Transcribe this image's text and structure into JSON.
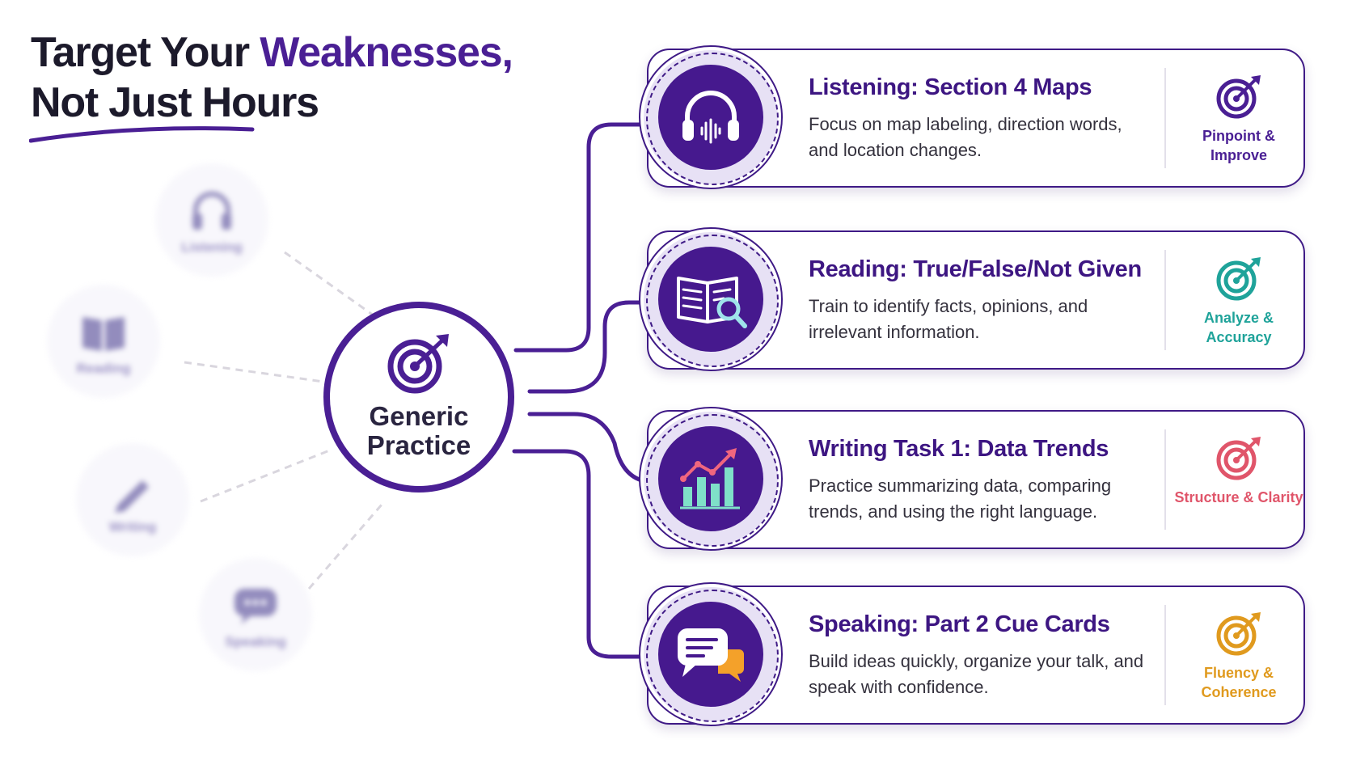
{
  "header": {
    "title_line1_plain": "Target Your ",
    "title_line1_highlight": "Weaknesses,",
    "title_line2": "Not Just Hours"
  },
  "hub": {
    "label": "Generic Practice"
  },
  "ghost_skills": [
    {
      "label": "Listening",
      "icon": "headphones-icon"
    },
    {
      "label": "Reading",
      "icon": "book-icon"
    },
    {
      "label": "Writing",
      "icon": "pencil-icon"
    },
    {
      "label": "Speaking",
      "icon": "chat-bubble-icon"
    }
  ],
  "cards": [
    {
      "title": "Listening: Section 4 Maps",
      "description": "Focus on map labeling, direction words, and location changes.",
      "badge": "Pinpoint & Improve",
      "badge_color": "#4a1f94",
      "icon": "headphones-soundwave-icon"
    },
    {
      "title": "Reading: True/False/Not Given",
      "description": "Train to identify facts, opinions, and irrelevant information.",
      "badge": "Analyze & Accuracy",
      "badge_color": "#1fa39a",
      "icon": "book-magnifier-icon"
    },
    {
      "title": "Writing Task 1: Data Trends",
      "description": "Practice summarizing data, comparing trends, and using the right language.",
      "badge": "Structure & Clarity",
      "badge_color": "#e0556a",
      "icon": "bar-chart-trend-icon"
    },
    {
      "title": "Speaking: Part 2 Cue Cards",
      "description": "Build ideas quickly, organize your talk, and speak with confidence.",
      "badge": "Fluency & Coherence",
      "badge_color": "#e09a1e",
      "icon": "speech-bubbles-icon"
    }
  ],
  "colors": {
    "primary": "#4a1f94",
    "text_dark": "#1c1a2b",
    "teal": "#1fa39a",
    "coral": "#e0556a",
    "amber": "#e09a1e"
  }
}
